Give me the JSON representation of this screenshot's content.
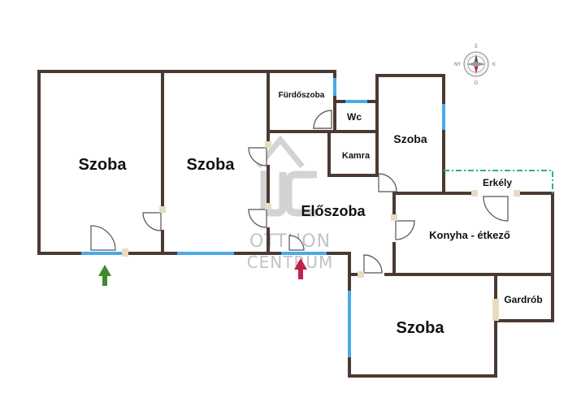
{
  "rooms": {
    "szoba_1": "Szoba",
    "szoba_2": "Szoba",
    "furdoszoba": "Fürdőszoba",
    "wc": "Wc",
    "kamra": "Kamra",
    "szoba_3": "Szoba",
    "eloszoba": "Előszoba",
    "erkely": "Erkély",
    "konyha": "Konyha - étkező",
    "gardrob": "Gardrób",
    "szoba_4": "Szoba"
  },
  "watermark": {
    "line1": "OTTHON",
    "line2": "CENTRUM"
  },
  "compass": {
    "n": "É",
    "s": "D",
    "e": "K",
    "w": "NY"
  },
  "colors": {
    "wall": "#4a3a33",
    "window": "#4aa9e8",
    "door_fill": "#ffffff",
    "door_stroke": "#555555",
    "jamb": "#e8dcc0",
    "balcony": "#2db37a",
    "arrow_green": "#3f8a2e",
    "arrow_red": "#c0234a",
    "watermark": "#bdbdbd"
  }
}
